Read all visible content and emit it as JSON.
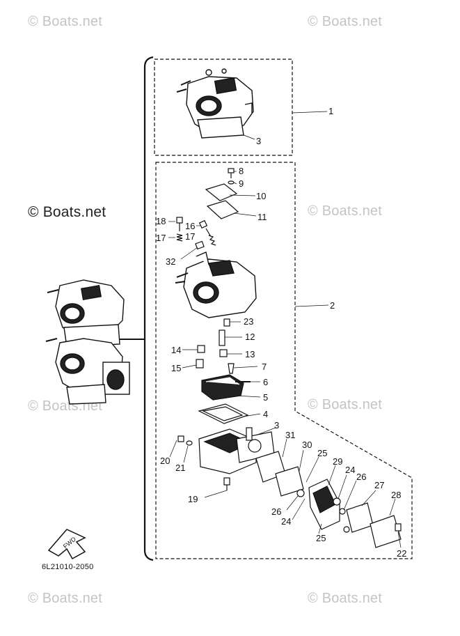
{
  "watermarks": {
    "w1": "© Boats.net",
    "w2": "© Boats.net",
    "w3": "© Boats.net",
    "w4": "© Boats.net",
    "w5": "© Boats.net",
    "w6": "© Boats.net",
    "w7": "© Boats.net",
    "w8": "© Boats.net"
  },
  "diagram_code": "6L21010-2050",
  "fwd_label": "FWD",
  "parts": {
    "p1": "1",
    "p2": "2",
    "p3a": "3",
    "p3b": "3",
    "p4": "4",
    "p5": "5",
    "p6": "6",
    "p7": "7",
    "p8": "8",
    "p9": "9",
    "p10": "10",
    "p11": "11",
    "p12": "12",
    "p13": "13",
    "p14": "14",
    "p15": "15",
    "p16": "16",
    "p17a": "17",
    "p17b": "17",
    "p18": "18",
    "p19": "19",
    "p20": "20",
    "p21": "21",
    "p22": "22",
    "p23": "23",
    "p24a": "24",
    "p24b": "24",
    "p25a": "25",
    "p25b": "25",
    "p26a": "26",
    "p26b": "26",
    "p27": "27",
    "p28": "28",
    "p29": "29",
    "p30": "30",
    "p31": "31",
    "p32": "32"
  }
}
